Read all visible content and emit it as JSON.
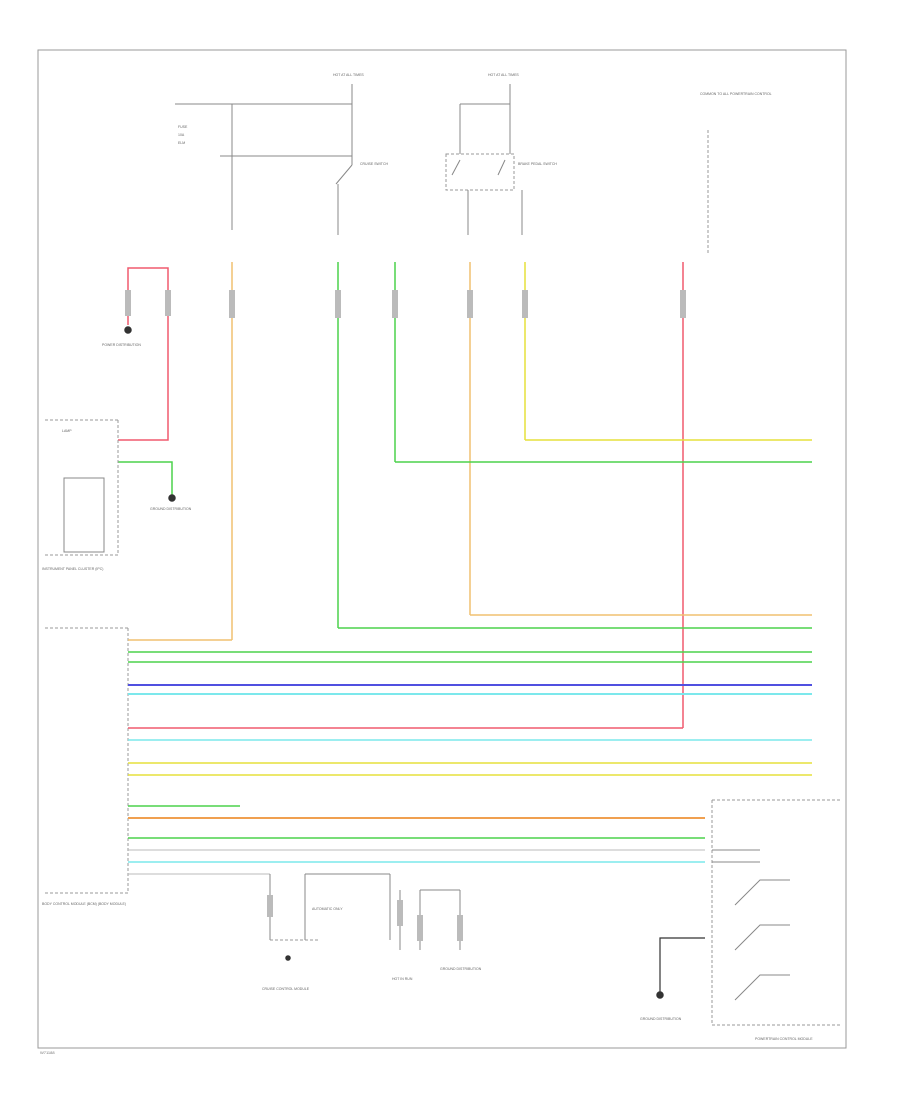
{
  "diagram": {
    "footer_code": "W71188",
    "colors": {
      "green": "#4cd24c",
      "pink": "#f05a6e",
      "tan": "#f0c070",
      "yellow": "#e6e03c",
      "blue": "#5050e0",
      "cyan": "#7ce8ec",
      "orange": "#f0a050",
      "light_green": "#a8f080"
    },
    "module_labels": {
      "ipc": "INSTRUMENT PANEL CLUSTER (IPC)",
      "bcm": "BODY CONTROL MODULE (BCM) (BODY MODULE)",
      "pcm": "POWERTRAIN CONTROL MODULE",
      "ipc_lamp": "LAMP",
      "power_dist": "POWER DISTRIBUTION",
      "ground_dist": "GROUND DISTRIBUTION",
      "fuse_top_1": "HOT AT ALL TIMES",
      "fuse_top_2": "HOT AT ALL TIMES",
      "right_note": "COMMON TO ALL POWERTRAIN CONTROL",
      "switch_a": "CRUISE SWITCH",
      "switch_b": "BRAKE PEDAL SWITCH",
      "auto_trans": "AUTOMATIC ONLY",
      "bottom_1": "CRUISE CONTROL MODULE",
      "bottom_2": "HOT IN RUN",
      "bottom_3": "GROUND DISTRIBUTION",
      "bottom_4": "GROUND DISTRIBUTION"
    }
  }
}
